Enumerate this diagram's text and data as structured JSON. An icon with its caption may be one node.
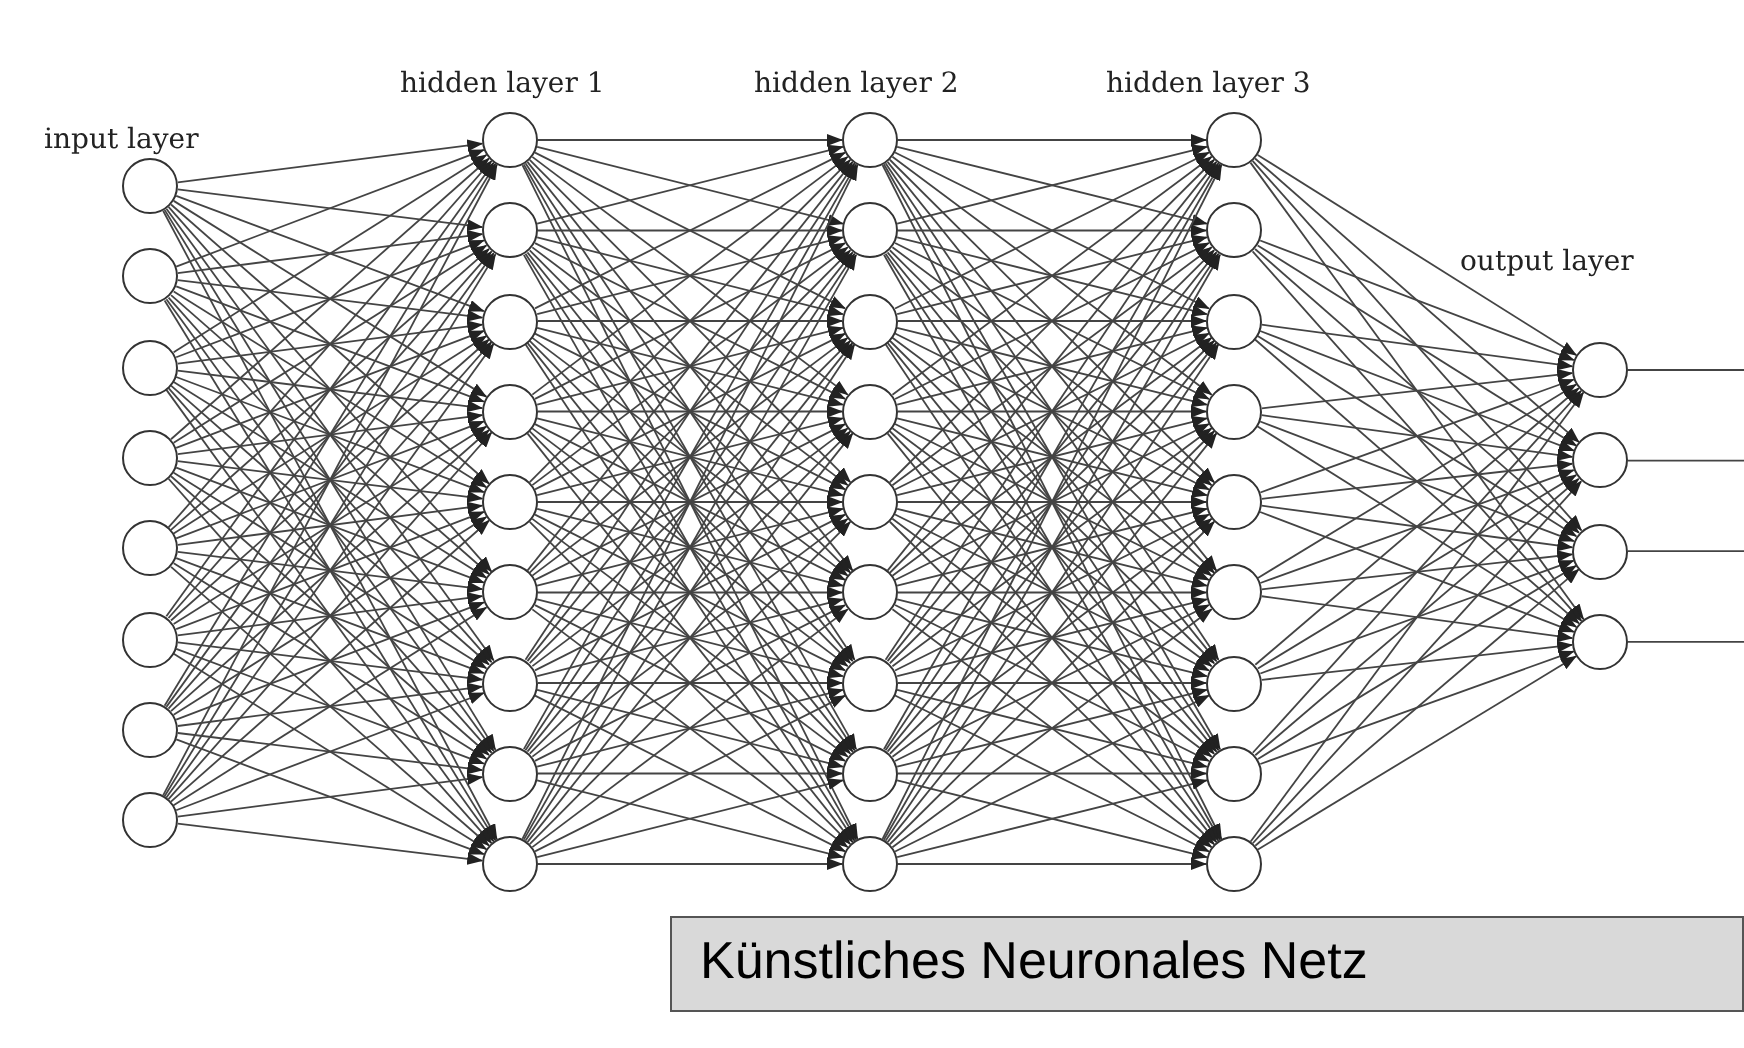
{
  "diagram": {
    "caption": "Künstliches Neuronales Netz",
    "nodes": [
      {
        "text": [],
        "shape": "circle"
      },
      {
        "text": [],
        "shape": "circle"
      },
      {
        "text": [],
        "shape": "circle"
      },
      {
        "text": [],
        "shape": "circle"
      },
      {
        "text": [],
        "shape": "circle"
      },
      {
        "text": [],
        "shape": "circle"
      },
      {
        "text": [],
        "shape": "circle"
      },
      {
        "text": [],
        "shape": "circle"
      },
      {
        "text": [],
        "shape": "circle"
      },
      {
        "text": [],
        "shape": "circle"
      },
      {
        "text": [],
        "shape": "circle"
      },
      {
        "text": [],
        "shape": "circle"
      },
      {
        "text": [],
        "shape": "circle"
      },
      {
        "text": [],
        "shape": "circle"
      },
      {
        "text": [],
        "shape": "circle"
      },
      {
        "text": [],
        "shape": "circle"
      },
      {
        "text": [],
        "shape": "circle"
      },
      {
        "text": [],
        "shape": "circle"
      },
      {
        "text": [],
        "shape": "circle"
      },
      {
        "text": [],
        "shape": "circle"
      },
      {
        "text": [],
        "shape": "circle"
      },
      {
        "text": [],
        "shape": "circle"
      },
      {
        "text": [],
        "shape": "circle"
      },
      {
        "text": [],
        "shape": "circle"
      },
      {
        "text": [],
        "shape": "circle"
      },
      {
        "text": [],
        "shape": "circle"
      },
      {
        "text": [],
        "shape": "circle"
      },
      {
        "text": [],
        "shape": "circle"
      },
      {
        "text": [],
        "shape": "circle"
      },
      {
        "text": [],
        "shape": "circle"
      },
      {
        "text": [],
        "shape": "circle"
      },
      {
        "text": [],
        "shape": "circle"
      },
      {
        "text": [],
        "shape": "circle"
      },
      {
        "text": [],
        "shape": "circle"
      },
      {
        "text": [],
        "shape": "circle"
      },
      {
        "text": [],
        "shape": "circle"
      },
      {
        "text": [],
        "shape": "circle"
      },
      {
        "text": [],
        "shape": "circle"
      },
      {
        "text": [],
        "shape": "circle"
      }
    ],
    "edges": [
      {
        "from": 0,
        "to": 8,
        "arrow": "to"
      },
      {
        "from": 0,
        "to": 9,
        "arrow": "to"
      },
      {
        "from": 0,
        "to": 10,
        "arrow": "to"
      },
      {
        "from": 0,
        "to": 11,
        "arrow": "to"
      },
      {
        "from": 0,
        "to": 12,
        "arrow": "to"
      },
      {
        "from": 0,
        "to": 13,
        "arrow": "to"
      },
      {
        "from": 0,
        "to": 14,
        "arrow": "to"
      },
      {
        "from": 0,
        "to": 15,
        "arrow": "to"
      },
      {
        "from": 0,
        "to": 16,
        "arrow": "to"
      },
      {
        "from": 1,
        "to": 8,
        "arrow": "to"
      },
      {
        "from": 1,
        "to": 9,
        "arrow": "to"
      },
      {
        "from": 1,
        "to": 10,
        "arrow": "to"
      },
      {
        "from": 1,
        "to": 11,
        "arrow": "to"
      },
      {
        "from": 1,
        "to": 12,
        "arrow": "to"
      },
      {
        "from": 1,
        "to": 13,
        "arrow": "to"
      },
      {
        "from": 1,
        "to": 14,
        "arrow": "to"
      },
      {
        "from": 1,
        "to": 15,
        "arrow": "to"
      },
      {
        "from": 1,
        "to": 16,
        "arrow": "to"
      },
      {
        "from": 2,
        "to": 8,
        "arrow": "to"
      },
      {
        "from": 2,
        "to": 9,
        "arrow": "to"
      },
      {
        "from": 2,
        "to": 10,
        "arrow": "to"
      },
      {
        "from": 2,
        "to": 11,
        "arrow": "to"
      },
      {
        "from": 2,
        "to": 12,
        "arrow": "to"
      },
      {
        "from": 2,
        "to": 13,
        "arrow": "to"
      },
      {
        "from": 2,
        "to": 14,
        "arrow": "to"
      },
      {
        "from": 2,
        "to": 15,
        "arrow": "to"
      },
      {
        "from": 2,
        "to": 16,
        "arrow": "to"
      },
      {
        "from": 3,
        "to": 8,
        "arrow": "to"
      },
      {
        "from": 3,
        "to": 9,
        "arrow": "to"
      },
      {
        "from": 3,
        "to": 10,
        "arrow": "to"
      },
      {
        "from": 3,
        "to": 11,
        "arrow": "to"
      },
      {
        "from": 3,
        "to": 12,
        "arrow": "to"
      },
      {
        "from": 3,
        "to": 13,
        "arrow": "to"
      },
      {
        "from": 3,
        "to": 14,
        "arrow": "to"
      },
      {
        "from": 3,
        "to": 15,
        "arrow": "to"
      },
      {
        "from": 3,
        "to": 16,
        "arrow": "to"
      },
      {
        "from": 4,
        "to": 8,
        "arrow": "to"
      },
      {
        "from": 4,
        "to": 9,
        "arrow": "to"
      },
      {
        "from": 4,
        "to": 10,
        "arrow": "to"
      },
      {
        "from": 4,
        "to": 11,
        "arrow": "to"
      },
      {
        "from": 4,
        "to": 12,
        "arrow": "to"
      },
      {
        "from": 4,
        "to": 13,
        "arrow": "to"
      },
      {
        "from": 4,
        "to": 14,
        "arrow": "to"
      },
      {
        "from": 4,
        "to": 15,
        "arrow": "to"
      },
      {
        "from": 4,
        "to": 16,
        "arrow": "to"
      },
      {
        "from": 5,
        "to": 8,
        "arrow": "to"
      },
      {
        "from": 5,
        "to": 9,
        "arrow": "to"
      },
      {
        "from": 5,
        "to": 10,
        "arrow": "to"
      },
      {
        "from": 5,
        "to": 11,
        "arrow": "to"
      },
      {
        "from": 5,
        "to": 12,
        "arrow": "to"
      },
      {
        "from": 5,
        "to": 13,
        "arrow": "to"
      },
      {
        "from": 5,
        "to": 14,
        "arrow": "to"
      },
      {
        "from": 5,
        "to": 15,
        "arrow": "to"
      },
      {
        "from": 5,
        "to": 16,
        "arrow": "to"
      },
      {
        "from": 6,
        "to": 8,
        "arrow": "to"
      },
      {
        "from": 6,
        "to": 9,
        "arrow": "to"
      },
      {
        "from": 6,
        "to": 10,
        "arrow": "to"
      },
      {
        "from": 6,
        "to": 11,
        "arrow": "to"
      },
      {
        "from": 6,
        "to": 12,
        "arrow": "to"
      },
      {
        "from": 6,
        "to": 13,
        "arrow": "to"
      },
      {
        "from": 6,
        "to": 14,
        "arrow": "to"
      },
      {
        "from": 6,
        "to": 15,
        "arrow": "to"
      },
      {
        "from": 6,
        "to": 16,
        "arrow": "to"
      },
      {
        "from": 7,
        "to": 8,
        "arrow": "to"
      },
      {
        "from": 7,
        "to": 9,
        "arrow": "to"
      },
      {
        "from": 7,
        "to": 10,
        "arrow": "to"
      },
      {
        "from": 7,
        "to": 11,
        "arrow": "to"
      },
      {
        "from": 7,
        "to": 12,
        "arrow": "to"
      },
      {
        "from": 7,
        "to": 13,
        "arrow": "to"
      },
      {
        "from": 7,
        "to": 14,
        "arrow": "to"
      },
      {
        "from": 7,
        "to": 15,
        "arrow": "to"
      },
      {
        "from": 7,
        "to": 16,
        "arrow": "to"
      },
      {
        "from": 8,
        "to": 17,
        "arrow": "to"
      },
      {
        "from": 8,
        "to": 18,
        "arrow": "to"
      },
      {
        "from": 8,
        "to": 19,
        "arrow": "to"
      },
      {
        "from": 8,
        "to": 20,
        "arrow": "to"
      },
      {
        "from": 8,
        "to": 21,
        "arrow": "to"
      },
      {
        "from": 8,
        "to": 22,
        "arrow": "to"
      },
      {
        "from": 8,
        "to": 23,
        "arrow": "to"
      },
      {
        "from": 8,
        "to": 24,
        "arrow": "to"
      },
      {
        "from": 8,
        "to": 25,
        "arrow": "to"
      },
      {
        "from": 9,
        "to": 17,
        "arrow": "to"
      },
      {
        "from": 9,
        "to": 18,
        "arrow": "to"
      },
      {
        "from": 9,
        "to": 19,
        "arrow": "to"
      },
      {
        "from": 9,
        "to": 20,
        "arrow": "to"
      },
      {
        "from": 9,
        "to": 21,
        "arrow": "to"
      },
      {
        "from": 9,
        "to": 22,
        "arrow": "to"
      },
      {
        "from": 9,
        "to": 23,
        "arrow": "to"
      },
      {
        "from": 9,
        "to": 24,
        "arrow": "to"
      },
      {
        "from": 9,
        "to": 25,
        "arrow": "to"
      },
      {
        "from": 10,
        "to": 17,
        "arrow": "to"
      },
      {
        "from": 10,
        "to": 18,
        "arrow": "to"
      },
      {
        "from": 10,
        "to": 19,
        "arrow": "to"
      },
      {
        "from": 10,
        "to": 20,
        "arrow": "to"
      },
      {
        "from": 10,
        "to": 21,
        "arrow": "to"
      },
      {
        "from": 10,
        "to": 22,
        "arrow": "to"
      },
      {
        "from": 10,
        "to": 23,
        "arrow": "to"
      },
      {
        "from": 10,
        "to": 24,
        "arrow": "to"
      },
      {
        "from": 10,
        "to": 25,
        "arrow": "to"
      },
      {
        "from": 11,
        "to": 17,
        "arrow": "to"
      },
      {
        "from": 11,
        "to": 18,
        "arrow": "to"
      },
      {
        "from": 11,
        "to": 19,
        "arrow": "to"
      },
      {
        "from": 11,
        "to": 20,
        "arrow": "to"
      },
      {
        "from": 11,
        "to": 21,
        "arrow": "to"
      },
      {
        "from": 11,
        "to": 22,
        "arrow": "to"
      },
      {
        "from": 11,
        "to": 23,
        "arrow": "to"
      },
      {
        "from": 11,
        "to": 24,
        "arrow": "to"
      },
      {
        "from": 11,
        "to": 25,
        "arrow": "to"
      },
      {
        "from": 12,
        "to": 17,
        "arrow": "to"
      },
      {
        "from": 12,
        "to": 18,
        "arrow": "to"
      },
      {
        "from": 12,
        "to": 19,
        "arrow": "to"
      },
      {
        "from": 12,
        "to": 20,
        "arrow": "to"
      },
      {
        "from": 12,
        "to": 21,
        "arrow": "to"
      },
      {
        "from": 12,
        "to": 22,
        "arrow": "to"
      },
      {
        "from": 12,
        "to": 23,
        "arrow": "to"
      },
      {
        "from": 12,
        "to": 24,
        "arrow": "to"
      },
      {
        "from": 12,
        "to": 25,
        "arrow": "to"
      },
      {
        "from": 13,
        "to": 17,
        "arrow": "to"
      },
      {
        "from": 13,
        "to": 18,
        "arrow": "to"
      },
      {
        "from": 13,
        "to": 19,
        "arrow": "to"
      },
      {
        "from": 13,
        "to": 20,
        "arrow": "to"
      },
      {
        "from": 13,
        "to": 21,
        "arrow": "to"
      },
      {
        "from": 13,
        "to": 22,
        "arrow": "to"
      },
      {
        "from": 13,
        "to": 23,
        "arrow": "to"
      },
      {
        "from": 13,
        "to": 24,
        "arrow": "to"
      },
      {
        "from": 13,
        "to": 25,
        "arrow": "to"
      },
      {
        "from": 14,
        "to": 17,
        "arrow": "to"
      },
      {
        "from": 14,
        "to": 18,
        "arrow": "to"
      },
      {
        "from": 14,
        "to": 19,
        "arrow": "to"
      },
      {
        "from": 14,
        "to": 20,
        "arrow": "to"
      },
      {
        "from": 14,
        "to": 21,
        "arrow": "to"
      },
      {
        "from": 14,
        "to": 22,
        "arrow": "to"
      },
      {
        "from": 14,
        "to": 23,
        "arrow": "to"
      },
      {
        "from": 14,
        "to": 24,
        "arrow": "to"
      },
      {
        "from": 14,
        "to": 25,
        "arrow": "to"
      },
      {
        "from": 15,
        "to": 17,
        "arrow": "to"
      },
      {
        "from": 15,
        "to": 18,
        "arrow": "to"
      },
      {
        "from": 15,
        "to": 19,
        "arrow": "to"
      },
      {
        "from": 15,
        "to": 20,
        "arrow": "to"
      },
      {
        "from": 15,
        "to": 21,
        "arrow": "to"
      },
      {
        "from": 15,
        "to": 22,
        "arrow": "to"
      },
      {
        "from": 15,
        "to": 23,
        "arrow": "to"
      },
      {
        "from": 15,
        "to": 24,
        "arrow": "to"
      },
      {
        "from": 15,
        "to": 25,
        "arrow": "to"
      },
      {
        "from": 16,
        "to": 17,
        "arrow": "to"
      },
      {
        "from": 16,
        "to": 18,
        "arrow": "to"
      },
      {
        "from": 16,
        "to": 19,
        "arrow": "to"
      },
      {
        "from": 16,
        "to": 20,
        "arrow": "to"
      },
      {
        "from": 16,
        "to": 21,
        "arrow": "to"
      },
      {
        "from": 16,
        "to": 22,
        "arrow": "to"
      },
      {
        "from": 16,
        "to": 23,
        "arrow": "to"
      },
      {
        "from": 16,
        "to": 24,
        "arrow": "to"
      },
      {
        "from": 16,
        "to": 25,
        "arrow": "to"
      },
      {
        "from": 17,
        "to": 26,
        "arrow": "to"
      },
      {
        "from": 17,
        "to": 27,
        "arrow": "to"
      },
      {
        "from": 17,
        "to": 28,
        "arrow": "to"
      },
      {
        "from": 17,
        "to": 29,
        "arrow": "to"
      },
      {
        "from": 17,
        "to": 30,
        "arrow": "to"
      },
      {
        "from": 17,
        "to": 31,
        "arrow": "to"
      },
      {
        "from": 17,
        "to": 32,
        "arrow": "to"
      },
      {
        "from": 17,
        "to": 33,
        "arrow": "to"
      },
      {
        "from": 17,
        "to": 34,
        "arrow": "to"
      },
      {
        "from": 18,
        "to": 26,
        "arrow": "to"
      },
      {
        "from": 18,
        "to": 27,
        "arrow": "to"
      },
      {
        "from": 18,
        "to": 28,
        "arrow": "to"
      },
      {
        "from": 18,
        "to": 29,
        "arrow": "to"
      },
      {
        "from": 18,
        "to": 30,
        "arrow": "to"
      },
      {
        "from": 18,
        "to": 31,
        "arrow": "to"
      },
      {
        "from": 18,
        "to": 32,
        "arrow": "to"
      },
      {
        "from": 18,
        "to": 33,
        "arrow": "to"
      },
      {
        "from": 18,
        "to": 34,
        "arrow": "to"
      },
      {
        "from": 19,
        "to": 26,
        "arrow": "to"
      },
      {
        "from": 19,
        "to": 27,
        "arrow": "to"
      },
      {
        "from": 19,
        "to": 28,
        "arrow": "to"
      },
      {
        "from": 19,
        "to": 29,
        "arrow": "to"
      },
      {
        "from": 19,
        "to": 30,
        "arrow": "to"
      },
      {
        "from": 19,
        "to": 31,
        "arrow": "to"
      },
      {
        "from": 19,
        "to": 32,
        "arrow": "to"
      },
      {
        "from": 19,
        "to": 33,
        "arrow": "to"
      },
      {
        "from": 19,
        "to": 34,
        "arrow": "to"
      },
      {
        "from": 20,
        "to": 26,
        "arrow": "to"
      },
      {
        "from": 20,
        "to": 27,
        "arrow": "to"
      },
      {
        "from": 20,
        "to": 28,
        "arrow": "to"
      },
      {
        "from": 20,
        "to": 29,
        "arrow": "to"
      },
      {
        "from": 20,
        "to": 30,
        "arrow": "to"
      },
      {
        "from": 20,
        "to": 31,
        "arrow": "to"
      },
      {
        "from": 20,
        "to": 32,
        "arrow": "to"
      },
      {
        "from": 20,
        "to": 33,
        "arrow": "to"
      },
      {
        "from": 20,
        "to": 34,
        "arrow": "to"
      },
      {
        "from": 21,
        "to": 26,
        "arrow": "to"
      },
      {
        "from": 21,
        "to": 27,
        "arrow": "to"
      },
      {
        "from": 21,
        "to": 28,
        "arrow": "to"
      },
      {
        "from": 21,
        "to": 29,
        "arrow": "to"
      },
      {
        "from": 21,
        "to": 30,
        "arrow": "to"
      },
      {
        "from": 21,
        "to": 31,
        "arrow": "to"
      },
      {
        "from": 21,
        "to": 32,
        "arrow": "to"
      },
      {
        "from": 21,
        "to": 33,
        "arrow": "to"
      },
      {
        "from": 21,
        "to": 34,
        "arrow": "to"
      },
      {
        "from": 22,
        "to": 26,
        "arrow": "to"
      },
      {
        "from": 22,
        "to": 27,
        "arrow": "to"
      },
      {
        "from": 22,
        "to": 28,
        "arrow": "to"
      },
      {
        "from": 22,
        "to": 29,
        "arrow": "to"
      },
      {
        "from": 22,
        "to": 30,
        "arrow": "to"
      },
      {
        "from": 22,
        "to": 31,
        "arrow": "to"
      },
      {
        "from": 22,
        "to": 32,
        "arrow": "to"
      },
      {
        "from": 22,
        "to": 33,
        "arrow": "to"
      },
      {
        "from": 22,
        "to": 34,
        "arrow": "to"
      },
      {
        "from": 23,
        "to": 26,
        "arrow": "to"
      },
      {
        "from": 23,
        "to": 27,
        "arrow": "to"
      },
      {
        "from": 23,
        "to": 28,
        "arrow": "to"
      },
      {
        "from": 23,
        "to": 29,
        "arrow": "to"
      },
      {
        "from": 23,
        "to": 30,
        "arrow": "to"
      },
      {
        "from": 23,
        "to": 31,
        "arrow": "to"
      },
      {
        "from": 23,
        "to": 32,
        "arrow": "to"
      },
      {
        "from": 23,
        "to": 33,
        "arrow": "to"
      },
      {
        "from": 23,
        "to": 34,
        "arrow": "to"
      },
      {
        "from": 24,
        "to": 26,
        "arrow": "to"
      },
      {
        "from": 24,
        "to": 27,
        "arrow": "to"
      },
      {
        "from": 24,
        "to": 28,
        "arrow": "to"
      },
      {
        "from": 24,
        "to": 29,
        "arrow": "to"
      },
      {
        "from": 24,
        "to": 30,
        "arrow": "to"
      },
      {
        "from": 24,
        "to": 31,
        "arrow": "to"
      },
      {
        "from": 24,
        "to": 32,
        "arrow": "to"
      },
      {
        "from": 24,
        "to": 33,
        "arrow": "to"
      },
      {
        "from": 24,
        "to": 34,
        "arrow": "to"
      },
      {
        "from": 25,
        "to": 26,
        "arrow": "to"
      },
      {
        "from": 25,
        "to": 27,
        "arrow": "to"
      },
      {
        "from": 25,
        "to": 28,
        "arrow": "to"
      },
      {
        "from": 25,
        "to": 29,
        "arrow": "to"
      },
      {
        "from": 25,
        "to": 30,
        "arrow": "to"
      },
      {
        "from": 25,
        "to": 31,
        "arrow": "to"
      },
      {
        "from": 25,
        "to": 32,
        "arrow": "to"
      },
      {
        "from": 25,
        "to": 33,
        "arrow": "to"
      },
      {
        "from": 25,
        "to": 34,
        "arrow": "to"
      },
      {
        "from": 26,
        "to": 35,
        "arrow": "to"
      },
      {
        "from": 26,
        "to": 36,
        "arrow": "to"
      },
      {
        "from": 26,
        "to": 37,
        "arrow": "to"
      },
      {
        "from": 26,
        "to": 38,
        "arrow": "to"
      },
      {
        "from": 27,
        "to": 35,
        "arrow": "to"
      },
      {
        "from": 27,
        "to": 36,
        "arrow": "to"
      },
      {
        "from": 27,
        "to": 37,
        "arrow": "to"
      },
      {
        "from": 27,
        "to": 38,
        "arrow": "to"
      },
      {
        "from": 28,
        "to": 35,
        "arrow": "to"
      },
      {
        "from": 28,
        "to": 36,
        "arrow": "to"
      },
      {
        "from": 28,
        "to": 37,
        "arrow": "to"
      },
      {
        "from": 28,
        "to": 38,
        "arrow": "to"
      },
      {
        "from": 29,
        "to": 35,
        "arrow": "to"
      },
      {
        "from": 29,
        "to": 36,
        "arrow": "to"
      },
      {
        "from": 29,
        "to": 37,
        "arrow": "to"
      },
      {
        "from": 29,
        "to": 38,
        "arrow": "to"
      },
      {
        "from": 30,
        "to": 35,
        "arrow": "to"
      },
      {
        "from": 30,
        "to": 36,
        "arrow": "to"
      },
      {
        "from": 30,
        "to": 37,
        "arrow": "to"
      },
      {
        "from": 30,
        "to": 38,
        "arrow": "to"
      },
      {
        "from": 31,
        "to": 35,
        "arrow": "to"
      },
      {
        "from": 31,
        "to": 36,
        "arrow": "to"
      },
      {
        "from": 31,
        "to": 37,
        "arrow": "to"
      },
      {
        "from": 31,
        "to": 38,
        "arrow": "to"
      },
      {
        "from": 32,
        "to": 35,
        "arrow": "to"
      },
      {
        "from": 32,
        "to": 36,
        "arrow": "to"
      },
      {
        "from": 32,
        "to": 37,
        "arrow": "to"
      },
      {
        "from": 32,
        "to": 38,
        "arrow": "to"
      },
      {
        "from": 33,
        "to": 35,
        "arrow": "to"
      },
      {
        "from": 33,
        "to": 36,
        "arrow": "to"
      },
      {
        "from": 33,
        "to": 37,
        "arrow": "to"
      },
      {
        "from": 33,
        "to": 38,
        "arrow": "to"
      },
      {
        "from": 34,
        "to": 35,
        "arrow": "to"
      },
      {
        "from": 34,
        "to": 36,
        "arrow": "to"
      },
      {
        "from": 34,
        "to": 37,
        "arrow": "to"
      },
      {
        "from": 34,
        "to": 38,
        "arrow": "to"
      },
      {
        "from": 35,
        "to": null,
        "arrow": "none"
      },
      {
        "from": 36,
        "to": null,
        "arrow": "none"
      },
      {
        "from": 37,
        "to": null,
        "arrow": "none"
      },
      {
        "from": 38,
        "to": null,
        "arrow": "none"
      }
    ],
    "labels": [
      "hidden layer 1",
      "hidden layer 2",
      "hidden layer 3",
      "input layer",
      "output layer"
    ]
  }
}
